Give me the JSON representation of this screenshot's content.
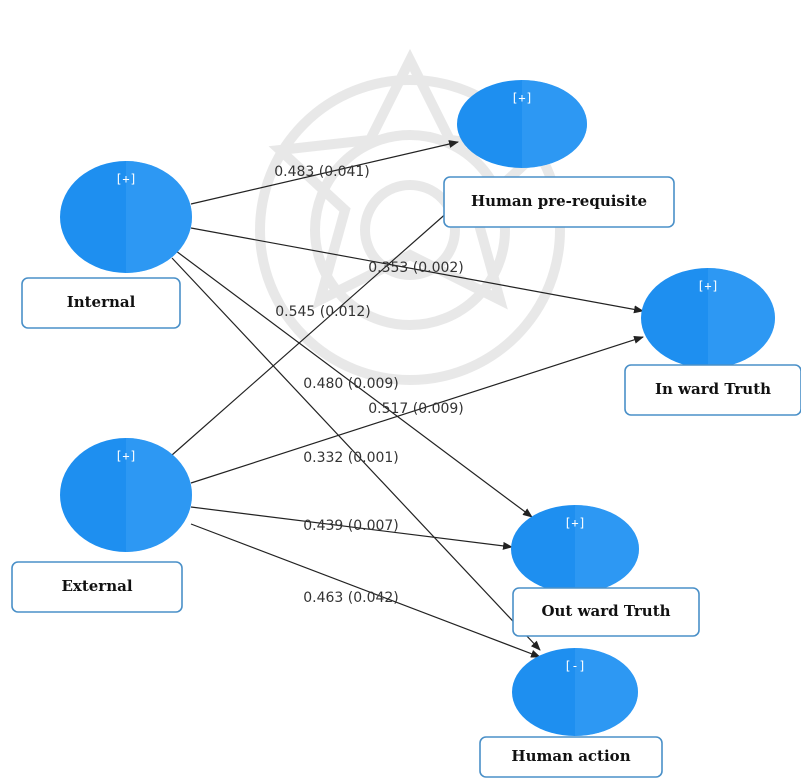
{
  "nodes": [
    {
      "id": "internal",
      "label": "Internal",
      "expand": "[+]"
    },
    {
      "id": "external",
      "label": "External",
      "expand": "[+]"
    },
    {
      "id": "human_prerequisite",
      "label": "Human pre-requisite",
      "expand": "[+]"
    },
    {
      "id": "inward_truth",
      "label": "In ward Truth",
      "expand": "[+]"
    },
    {
      "id": "outward_truth",
      "label": "Out ward Truth",
      "expand": "[+]"
    },
    {
      "id": "human_action",
      "label": "Human action",
      "expand": "[-]"
    }
  ],
  "edges": [
    {
      "from": "internal",
      "to": "human_prerequisite",
      "label": "0.483 (0.041)"
    },
    {
      "from": "internal",
      "to": "inward_truth",
      "label": "0.353 (0.002)"
    },
    {
      "from": "internal",
      "to": "outward_truth",
      "label": "0.480 (0.009)"
    },
    {
      "from": "internal",
      "to": "human_action",
      "label": "0.332 (0.001)"
    },
    {
      "from": "external",
      "to": "human_prerequisite",
      "label": "0.545 (0.012)"
    },
    {
      "from": "external",
      "to": "inward_truth",
      "label": "0.517 (0.009)"
    },
    {
      "from": "external",
      "to": "outward_truth",
      "label": "0.439 (0.007)"
    },
    {
      "from": "external",
      "to": "human_action",
      "label": "0.463 (0.042)"
    }
  ],
  "colors": {
    "node_fill": "#1e8ff0",
    "node_fill_light": "#3aa0f5",
    "box_border": "#4a90c8",
    "edge": "#222222"
  }
}
